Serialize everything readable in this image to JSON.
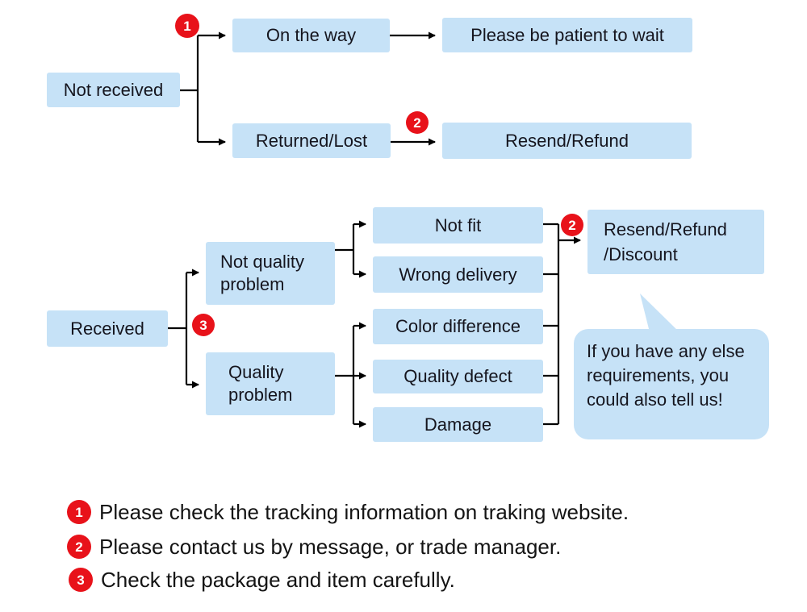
{
  "colors": {
    "box_fill": "#c6e2f7",
    "badge_red": "#e8121a",
    "node_text": "#15151e",
    "line": "#000000",
    "legend_text": "#141414",
    "bg": "#ffffff"
  },
  "badges": {
    "one": "1",
    "two": "2",
    "three": "3"
  },
  "flow_not_received": {
    "root": "Not received",
    "on_the_way": "On the way",
    "wait": "Please be patient to wait",
    "returned_lost": "Returned/Lost",
    "resend_refund": "Resend/Refund"
  },
  "flow_received": {
    "root": "Received",
    "not_quality": "Not quality problem",
    "quality": "Quality problem",
    "not_fit": "Not fit",
    "wrong_delivery": "Wrong delivery",
    "color_difference": "Color difference",
    "quality_defect": "Quality defect",
    "damage": "Damage",
    "outcome": "Resend/Refund /Discount",
    "bubble_note": "If you have any else requirements, you could also tell us!"
  },
  "legend": [
    {
      "num": "1",
      "text": "Please check the tracking information on traking website."
    },
    {
      "num": "2",
      "text": "Please contact us by message, or trade manager."
    },
    {
      "num": "3",
      "text": "Check the package and item carefully."
    }
  ]
}
